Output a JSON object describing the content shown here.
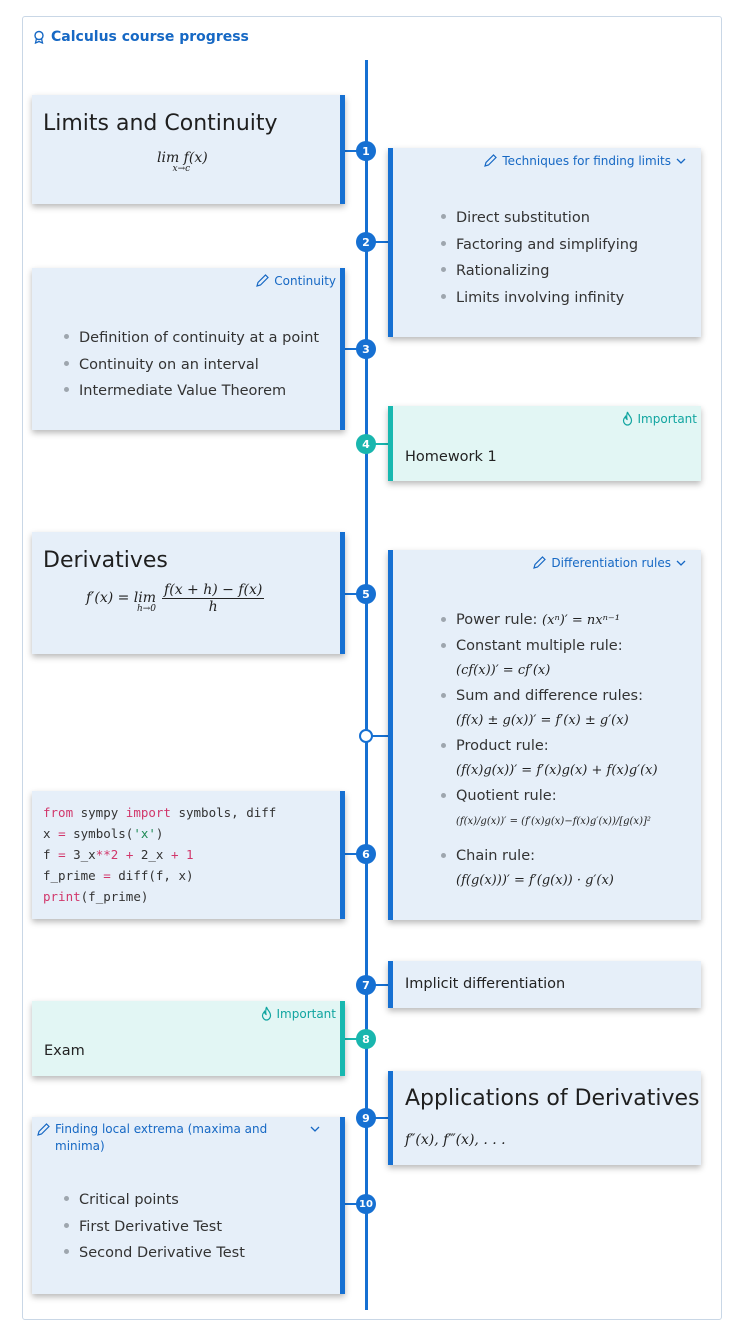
{
  "title": "Calculus course progress",
  "colors": {
    "accent": "#1670d2",
    "important": "#18b8b0",
    "card_bg": "#e6eff9",
    "important_bg": "#e2f6f4"
  },
  "limits": {
    "heading": "Limits and Continuity",
    "formula": "lim f(x)",
    "formula_sub": "x→c"
  },
  "techniques": {
    "label": "Techniques for finding limits",
    "items": [
      "Direct substitution",
      "Factoring and simplifying",
      "Rationalizing",
      "Limits involving infinity"
    ]
  },
  "continuity": {
    "label": "Continuity",
    "items": [
      "Definition of continuity at a point",
      "Continuity on an interval",
      "Intermediate Value Theorem"
    ]
  },
  "homework": {
    "tag": "Important",
    "text": "Homework 1"
  },
  "derivatives": {
    "heading": "Derivatives",
    "lhs": "f′(x) = lim",
    "lim_sub": "h→0",
    "numerator": "f(x + h) − f(x)",
    "denominator": "h"
  },
  "diff_rules": {
    "label": "Differentiation rules",
    "items": [
      {
        "name": "Power rule:",
        "formula": "(xⁿ)′ = nxⁿ⁻¹"
      },
      {
        "name": "Constant multiple rule:",
        "formula": "(cf(x))′ = cf′(x)"
      },
      {
        "name": "Sum and difference rules:",
        "formula": "(f(x) ± g(x))′ = f′(x) ± g′(x)"
      },
      {
        "name": "Product rule:",
        "formula": "(f(x)g(x))′ = f′(x)g(x) + f(x)g′(x)"
      },
      {
        "name": "Quotient rule:",
        "formula": "(f(x)/g(x))′ = (f′(x)g(x)−f(x)g′(x))/[g(x)]²"
      },
      {
        "name": "Chain rule:",
        "formula": "(f(g(x)))′ = f′(g(x)) · g′(x)"
      }
    ]
  },
  "code": {
    "line1": [
      "from",
      " sympy ",
      "import",
      " symbols, diff"
    ],
    "line2": [
      "x ",
      "=",
      " symbols(",
      "'x'",
      ")"
    ],
    "line3": [
      "f ",
      "=",
      " 3_x",
      "**",
      "2",
      " + ",
      "2_x ",
      "+",
      " 1"
    ],
    "line4": [
      "f_prime ",
      "=",
      " diff(f, x)"
    ],
    "line5": [
      "print",
      "(f_prime)"
    ]
  },
  "implicit": "Implicit differentiation",
  "exam": {
    "tag": "Important",
    "text": "Exam"
  },
  "applications": {
    "heading": "Applications of Derivatives",
    "formula": "f″(x), f‴(x), . . ."
  },
  "extrema": {
    "label": "Finding local extrema (maxima and minima)",
    "items": [
      "Critical points",
      "First Derivative Test",
      "Second Derivative Test"
    ]
  },
  "nodes": [
    "1",
    "2",
    "3",
    "4",
    "5",
    "6",
    "7",
    "8",
    "9",
    "10"
  ]
}
